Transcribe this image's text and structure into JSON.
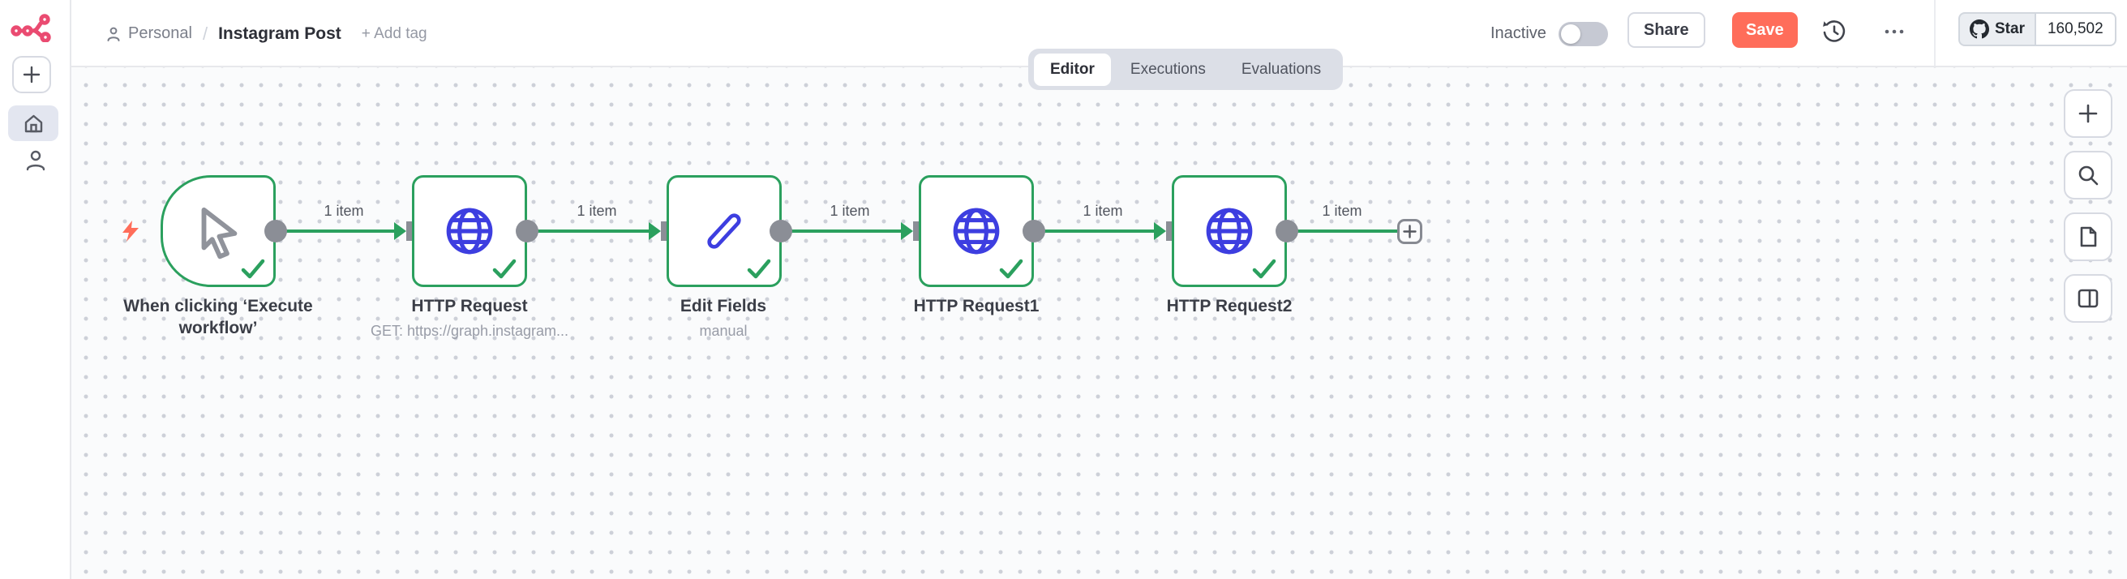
{
  "header": {
    "breadcrumb": {
      "project": "Personal",
      "separator": "/",
      "title": "Instagram Post",
      "add_tag": "+ Add tag"
    },
    "activator": {
      "label": "Inactive",
      "state": "off"
    },
    "share_label": "Share",
    "save_label": "Save",
    "tabs": [
      {
        "label": "Editor",
        "active": true
      },
      {
        "label": "Executions",
        "active": false
      },
      {
        "label": "Evaluations",
        "active": false
      }
    ],
    "github": {
      "star_label": "Star",
      "count": "160,502"
    }
  },
  "sidebar": {
    "icons": [
      "n8n-logo",
      "add-workflow",
      "home",
      "user"
    ]
  },
  "canvas": {
    "nodes": [
      {
        "title": "When clicking ‘Execute workflow’",
        "subtitle": "",
        "icon": "cursor-icon",
        "type": "manual-trigger",
        "status": "success"
      },
      {
        "title": "HTTP Request",
        "subtitle": "GET: https://graph.instagram...",
        "icon": "globe-icon",
        "type": "http-request",
        "status": "success"
      },
      {
        "title": "Edit Fields",
        "subtitle": "manual",
        "icon": "pencil-icon",
        "type": "set",
        "status": "success"
      },
      {
        "title": "HTTP Request1",
        "subtitle": "",
        "icon": "globe-icon",
        "type": "http-request",
        "status": "success"
      },
      {
        "title": "HTTP Request2",
        "subtitle": "",
        "icon": "globe-icon",
        "type": "http-request",
        "status": "success"
      }
    ],
    "connections": [
      {
        "label": "1 item"
      },
      {
        "label": "1 item"
      },
      {
        "label": "1 item"
      },
      {
        "label": "1 item"
      },
      {
        "label": "1 item"
      }
    ],
    "tools": [
      "add-node",
      "search",
      "sticky-note",
      "toggle-panel"
    ]
  },
  "colors": {
    "brand_pink": "#ea4b71",
    "save_orange": "#ff6d5a",
    "success_green": "#2ba05e",
    "node_icon_blue": "#3d3ee0",
    "connector_gray": "#8b8e96",
    "canvas_bg": "#fafbfc",
    "tab_bar_bg": "#dcdfe7"
  }
}
